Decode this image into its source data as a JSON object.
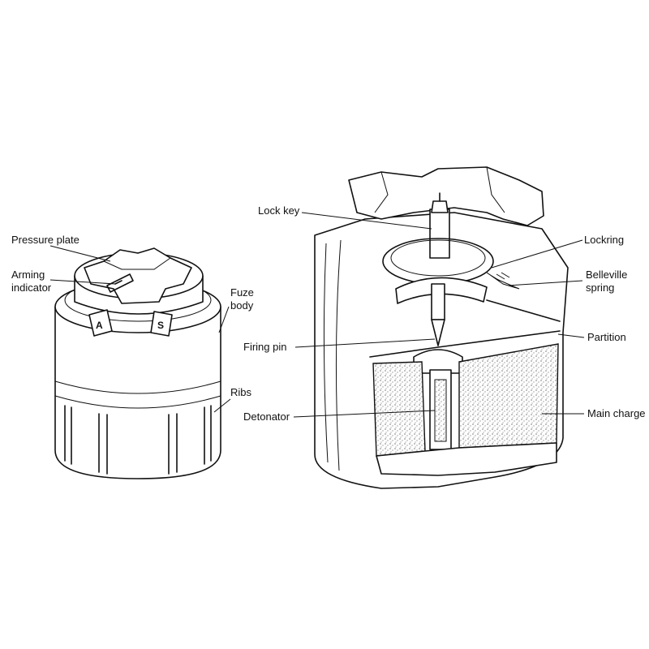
{
  "colors": {
    "ink": "#111111",
    "paper": "#ffffff",
    "stipple": "#b8b8b8"
  },
  "labels": {
    "pressure_plate": "Pressure plate",
    "arming_indicator_line1": "Arming",
    "arming_indicator_line2": "indicator",
    "fuze_body_line1": "Fuze",
    "fuze_body_line2": "body",
    "ribs": "Ribs",
    "arm_marker": "A",
    "safe_marker": "S",
    "lock_key": "Lock key",
    "lockring": "Lockring",
    "belleville_line1": "Belleville",
    "belleville_line2": "spring",
    "firing_pin": "Firing pin",
    "partition": "Partition",
    "detonator": "Detonator",
    "main_charge": "Main charge"
  }
}
